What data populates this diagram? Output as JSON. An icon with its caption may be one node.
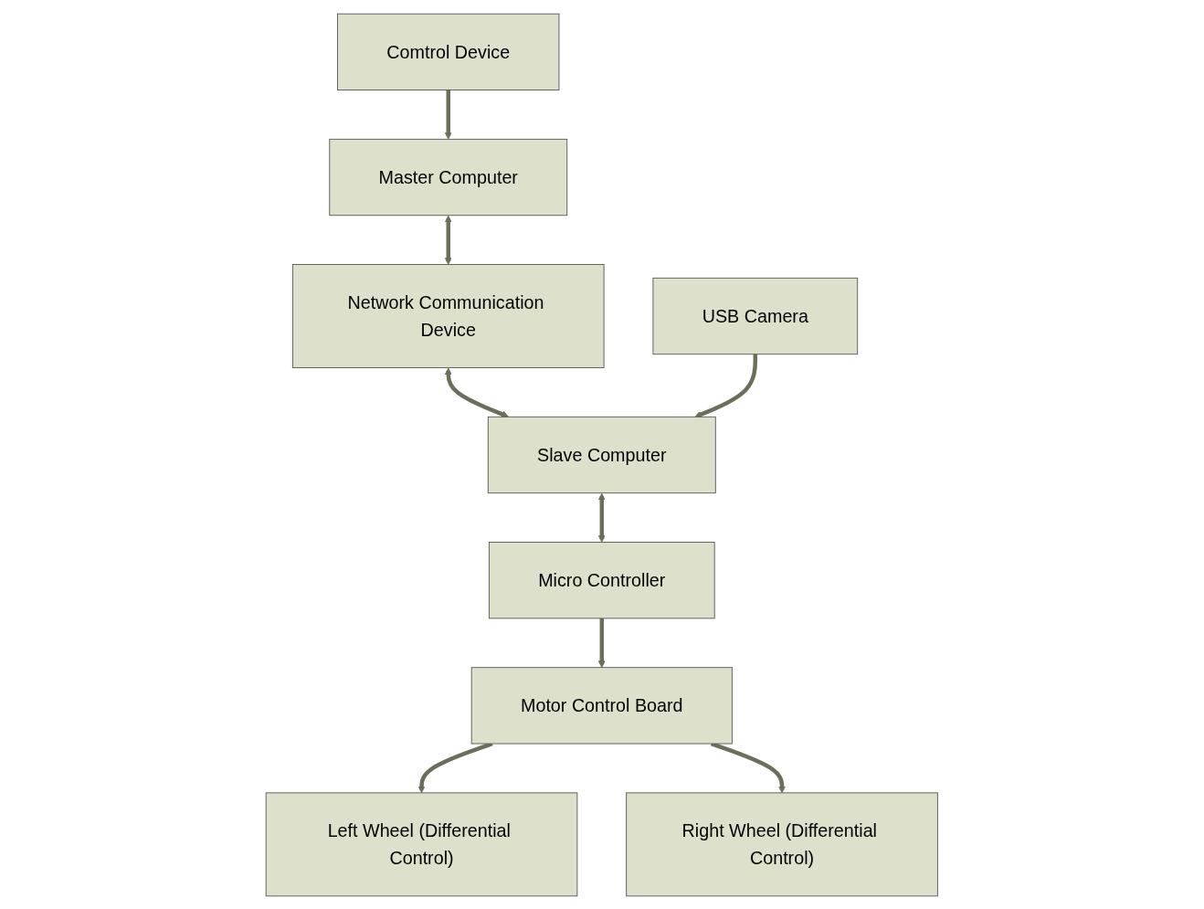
{
  "diagram": {
    "nodes": [
      {
        "text": [
          "Comtrol Device"
        ]
      },
      {
        "text": [
          "Master Computer"
        ]
      },
      {
        "text": [
          "Network Communication Device"
        ]
      },
      {
        "text": [
          "Slave Computer"
        ]
      },
      {
        "text": [
          "USB Camera"
        ]
      },
      {
        "text": [
          "Micro Controller"
        ]
      },
      {
        "text": [
          "Motor Control Board"
        ]
      },
      {
        "text": [
          "Left Wheel (Differential Control)"
        ]
      },
      {
        "text": [
          "Right Wheel (Differential Control)"
        ]
      }
    ],
    "edges": [
      {
        "from": 0,
        "to": 1,
        "arrow": "to"
      },
      {
        "from": 1,
        "to": 2,
        "arrow": "both"
      },
      {
        "from": 2,
        "to": 3,
        "arrow": "both"
      },
      {
        "from": 4,
        "to": 3,
        "arrow": "to"
      },
      {
        "from": 3,
        "to": 5,
        "arrow": "both"
      },
      {
        "from": 5,
        "to": 6,
        "arrow": "to"
      },
      {
        "from": 6,
        "to": 7,
        "arrow": "to"
      },
      {
        "from": 6,
        "to": 8,
        "arrow": "to"
      }
    ]
  }
}
